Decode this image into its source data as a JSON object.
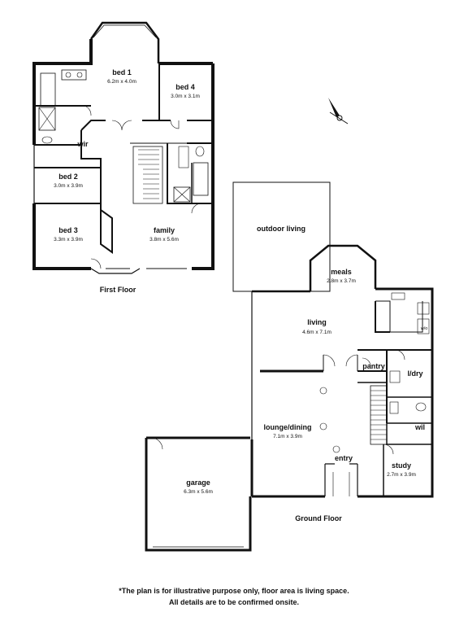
{
  "rooms": {
    "bed1": {
      "name": "bed 1",
      "size": "6.2m x 4.0m"
    },
    "bed4": {
      "name": "bed 4",
      "size": "3.0m x 3.1m"
    },
    "wir": {
      "name": "wir"
    },
    "bed2": {
      "name": "bed 2",
      "size": "3.0m x 3.9m"
    },
    "bed3": {
      "name": "bed 3",
      "size": "3.3m x 3.9m"
    },
    "family": {
      "name": "family",
      "size": "3.8m x 5.6m"
    },
    "outdoor": {
      "name": "outdoor living"
    },
    "meals": {
      "name": "meals",
      "size": "2.8m x 3.7m"
    },
    "living": {
      "name": "living",
      "size": "4.6m x 7.1m"
    },
    "pantry": {
      "name": "pantry"
    },
    "ldry": {
      "name": "l/dry"
    },
    "lounge": {
      "name": "lounge/dining",
      "size": "7.1m x 3.9m"
    },
    "wil": {
      "name": "wil"
    },
    "entry": {
      "name": "entry"
    },
    "study": {
      "name": "study",
      "size": "2.7m x 3.9m"
    },
    "garage": {
      "name": "garage",
      "size": "6.3m x 5.6m"
    }
  },
  "fixtures": {
    "wo": "w/o"
  },
  "floors": {
    "first": "First Floor",
    "ground": "Ground Floor"
  },
  "disclaimer": {
    "line1": "*The plan is for illustrative purpose only, floor area is living space.",
    "line2": "All details are to be confirmed onsite."
  }
}
